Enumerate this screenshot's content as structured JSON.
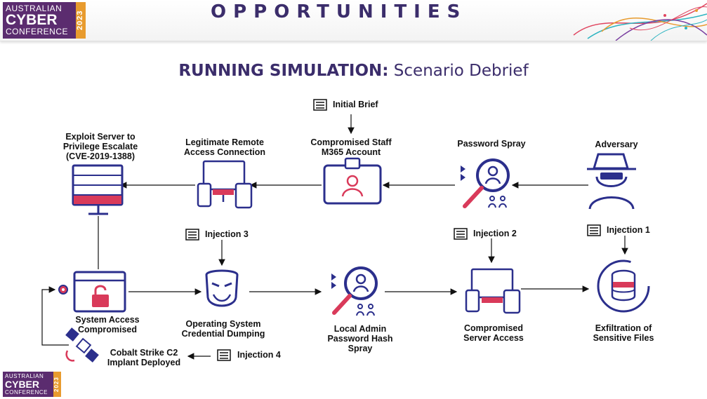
{
  "banner": {
    "title": "OPPORTUNITIES"
  },
  "logo": {
    "line1": "AUSTRALIAN",
    "line2": "CYBER",
    "line3": "CONFERENCE",
    "year": "2023"
  },
  "heading": {
    "bold": "RUNNING SIMULATION:",
    "rest": " Scenario Debrief"
  },
  "nodes": {
    "exploit": "Exploit Server to\nPrivilege Escalate\n(CVE-2019-1388)",
    "remote": "Legitimate Remote\nAccess Connection",
    "staff": "Compromised Staff\nM365 Account",
    "spray": "Password Spray",
    "adversary": "Adversary",
    "system": "System Access\nCompromised",
    "credential": "Operating System\nCredential Dumping",
    "localadmin": "Local Admin\nPassword Hash\nSpray",
    "server": "Compromised\nServer Access",
    "exfil": "Exfiltration of\nSensitive Files",
    "cobalt": "Cobalt Strike C2\nImplant Deployed"
  },
  "injections": {
    "brief": "Initial Brief",
    "inj1": "Injection 1",
    "inj2": "Injection 2",
    "inj3": "Injection 3",
    "inj4": "Injection 4"
  },
  "colors": {
    "navy": "#2b2f8c",
    "red": "#d93a5a",
    "purple": "#3b2d6b",
    "orange": "#e89b2e"
  }
}
